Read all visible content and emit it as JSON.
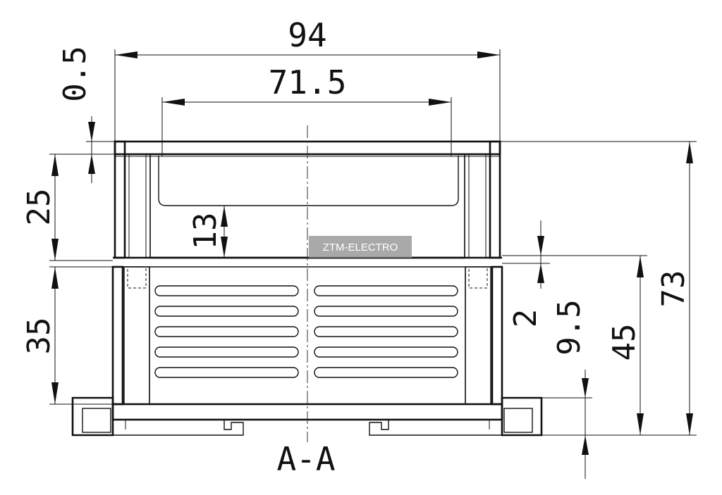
{
  "section_label": "A-A",
  "watermark": "ZTM-ELECTRO",
  "dimensions": {
    "overall_width": "94",
    "inner_width": "71.5",
    "lid_thickness": "0.5",
    "lid_height": "25",
    "inner_recess": "13",
    "body_height": "35",
    "step": "2",
    "flange_height": "9.5",
    "base_height": "45",
    "total_height": "73"
  }
}
